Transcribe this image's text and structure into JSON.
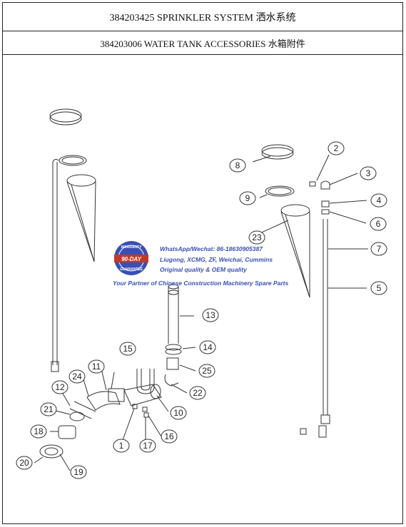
{
  "header": {
    "title": "384203425 SPRINKLER SYSTEM 洒水系统",
    "subtitle": "384203006 WATER TANK ACCESSORIES 水箱附件"
  },
  "diagram": {
    "callouts": [
      "1",
      "2",
      "3",
      "4",
      "5",
      "6",
      "7",
      "8",
      "9",
      "10",
      "11",
      "12",
      "13",
      "14",
      "15",
      "16",
      "17",
      "18",
      "19",
      "20",
      "21",
      "22",
      "23",
      "24",
      "25"
    ]
  },
  "watermark": {
    "badge_top": "WARRANTY",
    "badge_mid": "90-DAY",
    "badge_bottom": "GUARANTEE",
    "line1": "WhatsApp/Wechat: 86-18630905387",
    "line2": "Liugong, XCMG, ZF, Weichai, Cummins",
    "line3": "Original quality & OEM quality",
    "line4": "Your Partner of Chinese Construction Machinery Spare Parts"
  },
  "colors": {
    "line": "#333333",
    "watermark_blue": "#3a4fb5",
    "badge_red": "#c0392b"
  }
}
